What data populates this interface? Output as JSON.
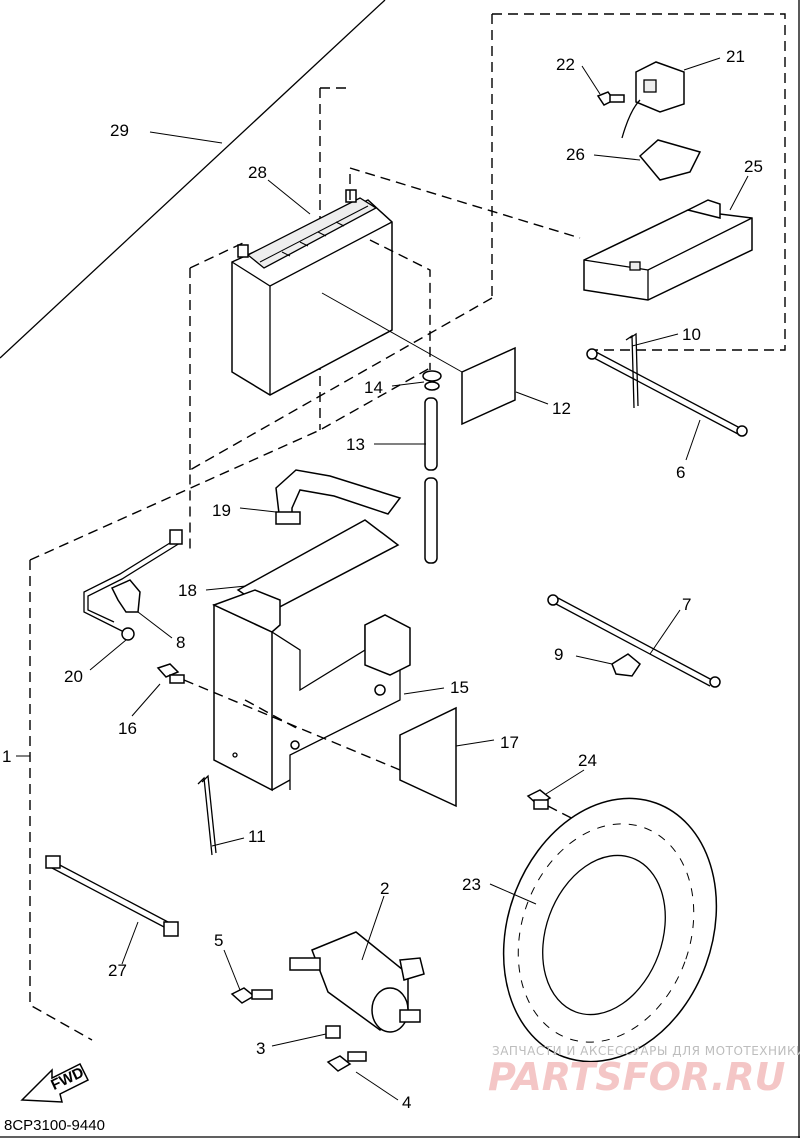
{
  "diagram": {
    "code": "8CP3100-9440",
    "fwd_label": "FWD",
    "callouts": {
      "c1": "1",
      "c2": "2",
      "c3": "3",
      "c4": "4",
      "c5": "5",
      "c6": "6",
      "c7": "7",
      "c8": "8",
      "c9": "9",
      "c10": "10",
      "c11": "11",
      "c12": "12",
      "c13": "13",
      "c14": "14",
      "c15": "15",
      "c16": "16",
      "c17": "17",
      "c18": "18",
      "c19": "19",
      "c20": "20",
      "c21": "21",
      "c22": "22",
      "c23": "23",
      "c24": "24",
      "c25": "25",
      "c26": "26",
      "c27": "27",
      "c28": "28",
      "c29": "29"
    }
  },
  "watermark": {
    "tagline": "ЗАПЧАСТИ И АКСЕССУАРЫ ДЛЯ МОТОТЕХНИКИ",
    "brand": "PARTSFOR.RU"
  }
}
